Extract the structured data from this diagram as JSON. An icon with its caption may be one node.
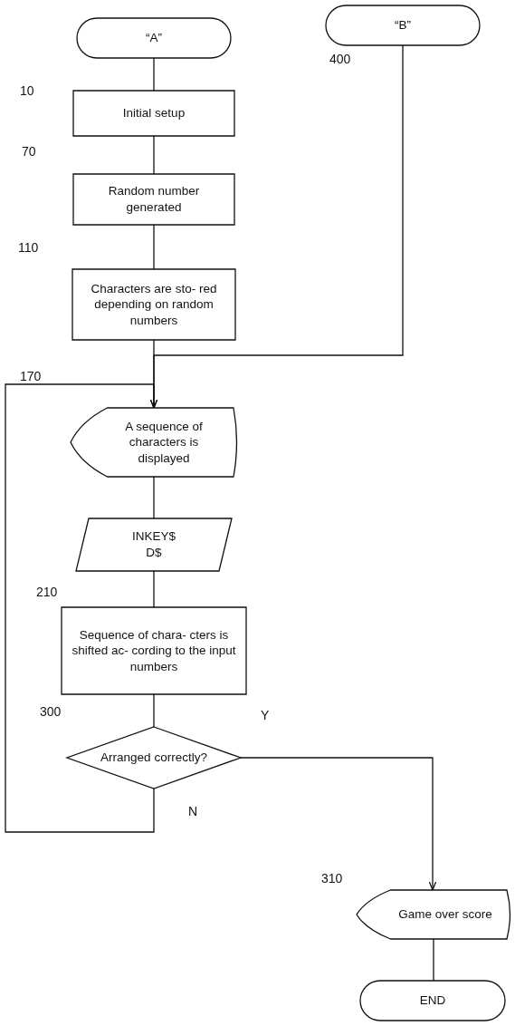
{
  "diagram": {
    "nodes": [
      {
        "text": [
          "“A”"
        ]
      },
      {
        "text": [
          "“B”"
        ]
      },
      {
        "text": [
          "Initial setup"
        ]
      },
      {
        "text": [
          "Random number generated"
        ]
      },
      {
        "text": [
          "Characters are sto- red depending on random numbers"
        ]
      },
      {
        "text": [
          "A sequence of characters is displayed"
        ]
      },
      {
        "text": [
          "INKEY$",
          "D$"
        ]
      },
      {
        "text": [
          "Sequence of chara- cters is shifted ac- cording to the input numbers"
        ]
      },
      {
        "text": [
          "Arranged correctly?"
        ]
      },
      {
        "text": [
          "Game over score"
        ]
      },
      {
        "text": [
          "END"
        ]
      }
    ],
    "edges": [
      {
        "from": 0,
        "to": 2,
        "arrow": "none"
      },
      {
        "from": 2,
        "to": 3,
        "arrow": "none"
      },
      {
        "from": 3,
        "to": 4,
        "arrow": "none"
      },
      {
        "from": 4,
        "to": 5,
        "arrow": "none"
      },
      {
        "from": 1,
        "to": 5,
        "arrow": "to"
      },
      {
        "from": 5,
        "to": 6,
        "arrow": "none"
      },
      {
        "from": 6,
        "to": 7,
        "arrow": "none"
      },
      {
        "from": 7,
        "to": 8,
        "arrow": "none"
      },
      {
        "from": 8,
        "to": 9,
        "arrow": "to",
        "label": "Y"
      },
      {
        "from": 8,
        "to": 5,
        "arrow": "to",
        "label": "N"
      },
      {
        "from": 9,
        "to": 10,
        "arrow": "none"
      }
    ],
    "labels": [
      "10",
      "400",
      "70",
      "110",
      "170",
      "210",
      "300",
      "310"
    ]
  }
}
